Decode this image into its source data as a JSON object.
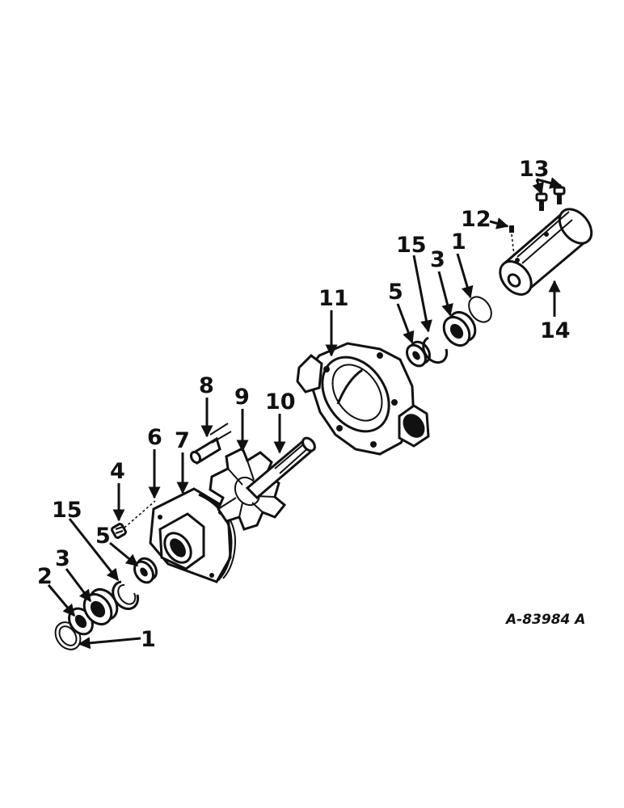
{
  "drawing_code": "A-83984 A",
  "callouts": [
    {
      "id": "c1a",
      "label": "1"
    },
    {
      "id": "c2",
      "label": "2"
    },
    {
      "id": "c3a",
      "label": "3"
    },
    {
      "id": "c15a",
      "label": "15"
    },
    {
      "id": "c5a",
      "label": "5"
    },
    {
      "id": "c4",
      "label": "4"
    },
    {
      "id": "c6",
      "label": "6"
    },
    {
      "id": "c7",
      "label": "7"
    },
    {
      "id": "c8",
      "label": "8"
    },
    {
      "id": "c9",
      "label": "9"
    },
    {
      "id": "c10",
      "label": "10"
    },
    {
      "id": "c11",
      "label": "11"
    },
    {
      "id": "c5b",
      "label": "5"
    },
    {
      "id": "c15b",
      "label": "15"
    },
    {
      "id": "c3b",
      "label": "3"
    },
    {
      "id": "c1b",
      "label": "1"
    },
    {
      "id": "c12",
      "label": "12"
    },
    {
      "id": "c13",
      "label": "13"
    },
    {
      "id": "c14",
      "label": "14"
    }
  ]
}
